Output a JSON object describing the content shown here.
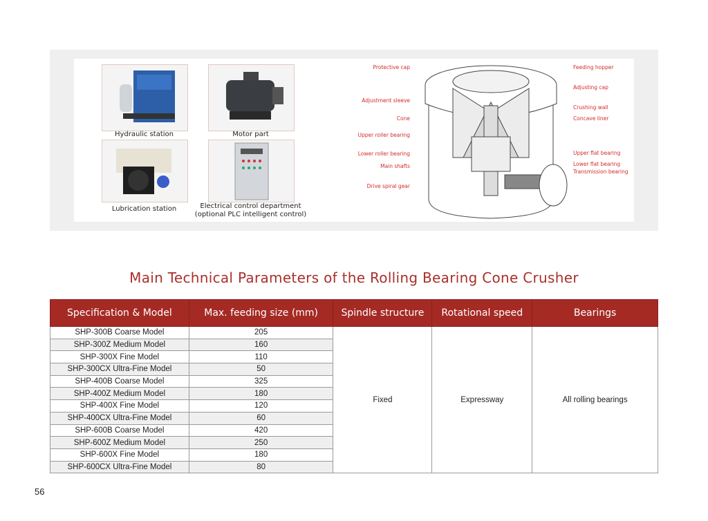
{
  "components": [
    {
      "label": "Hydraulic station"
    },
    {
      "label": "Motor part"
    },
    {
      "label": "Lubrication station"
    },
    {
      "label": "Electrical control department",
      "sublabel": "(optional PLC intelligent control)"
    }
  ],
  "diagram": {
    "left_labels": [
      "Protective cap",
      "Adjustment sleeve",
      "Cone",
      "Upper roller bearing",
      "Lower roller bearing",
      "Main shafts",
      "Drive spiral gear"
    ],
    "right_labels": [
      "Feeding hopper",
      "Adjusting cap",
      "Crushing wall",
      "Concave liner",
      "Upper flat bearing",
      "Lower flat bearing",
      "Transmission bearing"
    ],
    "label_color": "#d42a2a"
  },
  "section_title": "Main Technical Parameters of the Rolling Bearing Cone Crusher",
  "table": {
    "headers": [
      "Specification & Model",
      "Max. feeding size (mm)",
      "Spindle structure",
      "Rotational speed",
      "Bearings"
    ],
    "rows": [
      [
        "SHP-300B Coarse Model",
        "205"
      ],
      [
        "SHP-300Z Medium Model",
        "160"
      ],
      [
        "SHP-300X Fine Model",
        "110"
      ],
      [
        "SHP-300CX Ultra-Fine Model",
        "50"
      ],
      [
        "SHP-400B Coarse Model",
        "325"
      ],
      [
        "SHP-400Z Medium Model",
        "180"
      ],
      [
        "SHP-400X Fine Model",
        "120"
      ],
      [
        "SHP-400CX Ultra-Fine Model",
        "60"
      ],
      [
        "SHP-600B Coarse Model",
        "420"
      ],
      [
        "SHP-600Z Medium Model",
        "250"
      ],
      [
        "SHP-600X Fine Model",
        "180"
      ],
      [
        "SHP-600CX Ultra-Fine Model",
        "80"
      ]
    ],
    "spindle_structure": "Fixed",
    "rotational_speed": "Expressway",
    "bearings": "All rolling bearings",
    "header_color": "#a52a24"
  },
  "page_number": "56"
}
